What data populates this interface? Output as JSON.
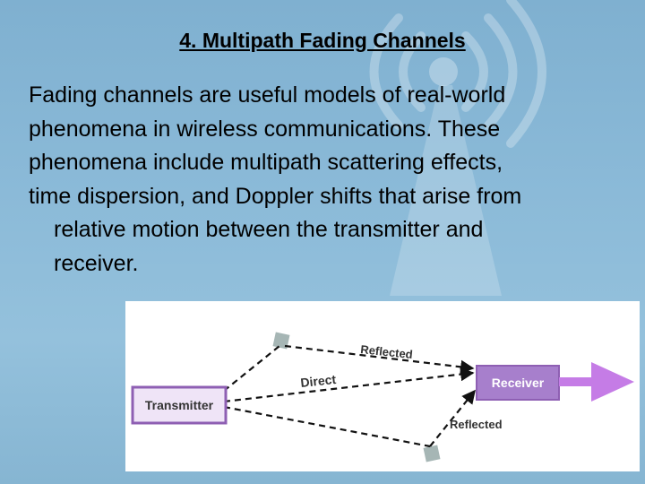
{
  "slide": {
    "title": "4. Multipath Fading Channels",
    "paragraph_lines": [
      "Fading channels are useful models of real-world",
      "phenomena in wireless communications. These",
      "phenomena include multipath scattering effects,",
      "time dispersion, and Doppler shifts that arise  from",
      "relative motion between the transmitter and",
      "receiver."
    ]
  },
  "diagram": {
    "transmitter_label": "Transmitter",
    "receiver_label": "Receiver",
    "direct_label": "Direct",
    "reflected_top_label": "Reflected",
    "reflected_bottom_label": "Reflected",
    "colors": {
      "box_border": "#8e5fb3",
      "box_fill": "#efe4f7",
      "receiver_fill": "#a77fcc",
      "arrow": "#c57ce6",
      "reflector": "#a6b6b5"
    }
  }
}
